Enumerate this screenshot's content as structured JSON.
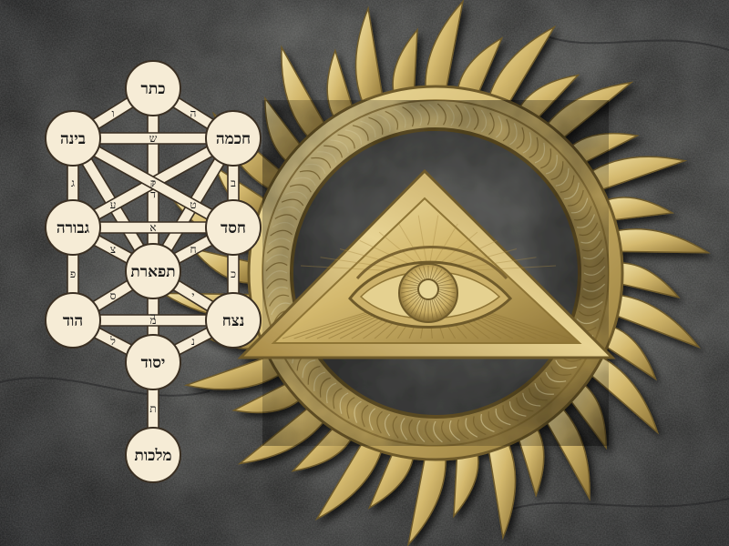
{
  "colors": {
    "stone_dark": "#2c2d2e",
    "stone_light": "#6b6c6a",
    "gold_light": "#e9d89a",
    "gold_mid": "#c9ad63",
    "gold_dark": "#7c6530",
    "node_fill": "#f6ecd6",
    "path_fill": "#f6ecd6",
    "outline": "#3a2f22"
  },
  "tree_of_life": {
    "sefirot": [
      {
        "id": "keter",
        "label": "כתר"
      },
      {
        "id": "chokhmah",
        "label": "חכמה"
      },
      {
        "id": "binah",
        "label": "בינה"
      },
      {
        "id": "chesed",
        "label": "חסד"
      },
      {
        "id": "gevurah",
        "label": "גבורה"
      },
      {
        "id": "tiferet",
        "label": "תפארת"
      },
      {
        "id": "netzach",
        "label": "נצח"
      },
      {
        "id": "hod",
        "label": "הוד"
      },
      {
        "id": "yesod",
        "label": "יסוד"
      },
      {
        "id": "malkhut",
        "label": "מלכות"
      }
    ],
    "paths": [
      {
        "from": "keter",
        "to": "chokhmah",
        "letter": "ה"
      },
      {
        "from": "keter",
        "to": "binah",
        "letter": "ו"
      },
      {
        "from": "keter",
        "to": "tiferet",
        "letter": "ד"
      },
      {
        "from": "chokhmah",
        "to": "binah",
        "letter": "ש"
      },
      {
        "from": "chokhmah",
        "to": "tiferet",
        "letter": "ט"
      },
      {
        "from": "chokhmah",
        "to": "chesed",
        "letter": "ב"
      },
      {
        "from": "binah",
        "to": "tiferet",
        "letter": "ע"
      },
      {
        "from": "binah",
        "to": "gevurah",
        "letter": "ג"
      },
      {
        "from": "chokhmah",
        "to": "gevurah",
        "letter": "ז"
      },
      {
        "from": "binah",
        "to": "chesed",
        "letter": "ק"
      },
      {
        "from": "chesed",
        "to": "gevurah",
        "letter": "א"
      },
      {
        "from": "chesed",
        "to": "tiferet",
        "letter": "ח"
      },
      {
        "from": "chesed",
        "to": "netzach",
        "letter": "כ"
      },
      {
        "from": "gevurah",
        "to": "tiferet",
        "letter": "צ"
      },
      {
        "from": "gevurah",
        "to": "hod",
        "letter": "פ"
      },
      {
        "from": "tiferet",
        "to": "netzach",
        "letter": "י"
      },
      {
        "from": "tiferet",
        "to": "hod",
        "letter": "ס"
      },
      {
        "from": "tiferet",
        "to": "yesod",
        "letter": "ר"
      },
      {
        "from": "netzach",
        "to": "hod",
        "letter": "מ"
      },
      {
        "from": "netzach",
        "to": "yesod",
        "letter": "נ"
      },
      {
        "from": "hod",
        "to": "yesod",
        "letter": "ל"
      },
      {
        "from": "yesod",
        "to": "malkhut",
        "letter": "ת"
      }
    ]
  },
  "emblem": {
    "icon": "eye-of-providence-icon",
    "sun_rays": 36
  }
}
